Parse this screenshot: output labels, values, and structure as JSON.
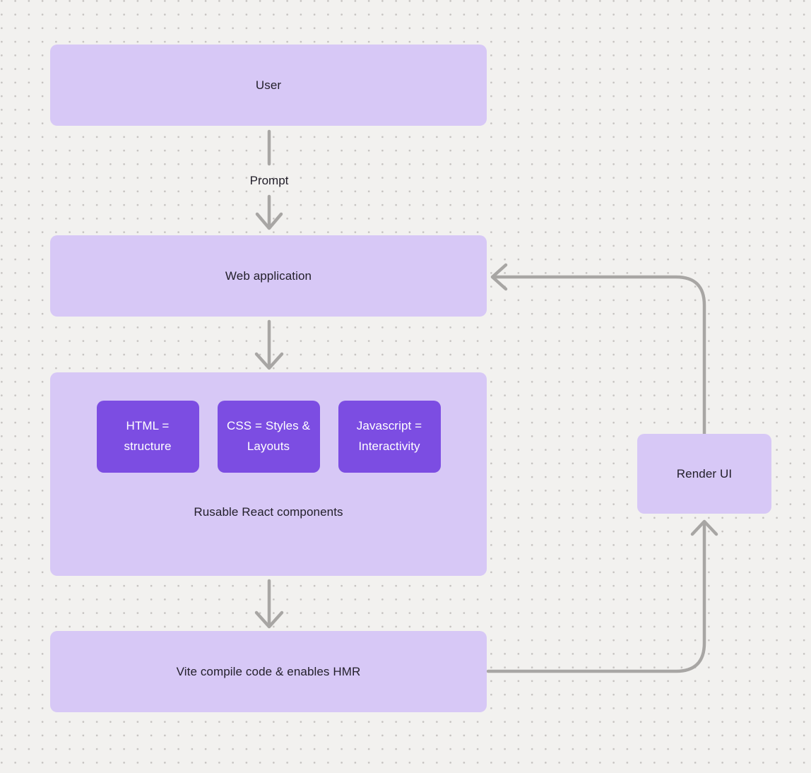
{
  "colors": {
    "canvas_background": "#f2f1ef",
    "dot_grid": "#c5c2c0",
    "node_light_purple": "#d7c8f6",
    "chip_dark_purple": "#7c4de2",
    "connector_gray": "#a8a6a4",
    "text_dark": "#23202b",
    "text_light": "#ffffff"
  },
  "nodes": {
    "user": {
      "label": "User"
    },
    "web_application": {
      "label": "Web application"
    },
    "components": {
      "caption": "Rusable React components",
      "chips": [
        {
          "label": "HTML = structure"
        },
        {
          "label": "CSS = Styles & Layouts"
        },
        {
          "label": "Javascript = Interactivity"
        }
      ]
    },
    "vite": {
      "label": "Vite compile code & enables HMR"
    },
    "render_ui": {
      "label": "Render UI"
    }
  },
  "edge_labels": {
    "prompt": "Prompt"
  }
}
